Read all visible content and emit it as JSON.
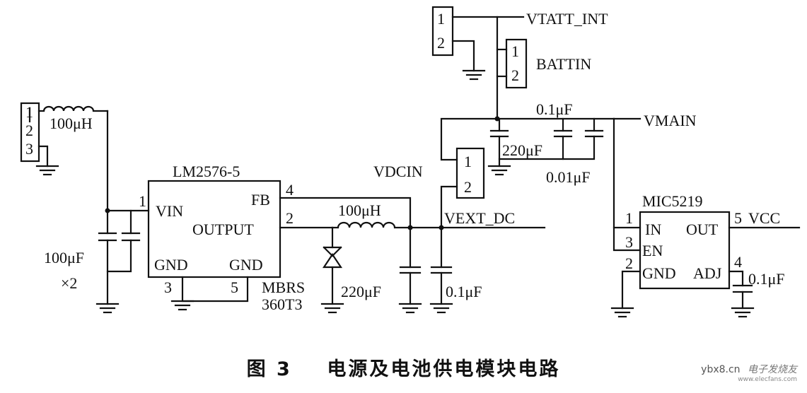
{
  "caption": {
    "fig": "图 3",
    "title": "电源及电池供电模块电路"
  },
  "watermark": {
    "site": "ybx8.cn",
    "site2": "电子发烧友",
    "url": "www.elecfans.com"
  },
  "components": {
    "lm2576": {
      "name": "LM2576-5",
      "vin": "VIN",
      "fb": "FB",
      "output": "OUTPUT",
      "gnd_left": "GND",
      "gnd_right": "GND"
    },
    "mic5219": {
      "name": "MIC5219",
      "in": "IN",
      "out": "OUT",
      "en": "EN",
      "gnd": "GND",
      "adj": "ADJ"
    },
    "diode": {
      "line1": "MBRS",
      "line2": "360T3"
    }
  },
  "pins": {
    "lm_vin": "1",
    "lm_fb": "4",
    "lm_out": "2",
    "lm_gnd1": "3",
    "lm_gnd2": "5",
    "mic_in": "1",
    "mic_en": "3",
    "mic_gnd": "2",
    "mic_adj": "4",
    "mic_out": "5",
    "conn1_1": "1",
    "conn1_2": "2",
    "conn1_3": "3",
    "conn2_1": "1",
    "conn2_2": "2",
    "conn3_1": "1",
    "conn3_2": "2",
    "conn4_1": "1",
    "conn4_2": "2"
  },
  "labels": {
    "ind1": "100μH",
    "ind2": "100μH",
    "cap_in": "100μF",
    "cap_in_mult": "×2",
    "cap_220a": "220μF",
    "cap_01a": "0.1μF",
    "cap_220b": "220μF",
    "cap_01b": "0.1μF",
    "cap_001": "0.01μF",
    "cap_01c": "0.1μF"
  },
  "nets": {
    "vtatt": "VTATT_INT",
    "battin": "BATTIN",
    "vmain": "VMAIN",
    "vdcin": "VDCIN",
    "vext": "VEXT_DC",
    "vcc": "VCC"
  }
}
